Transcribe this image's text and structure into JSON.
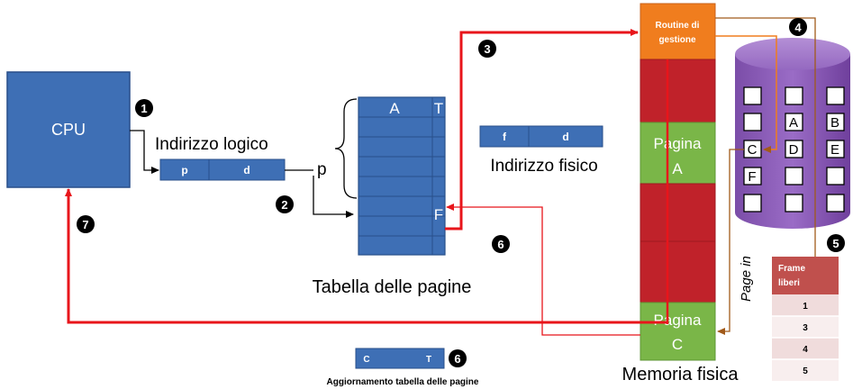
{
  "cpu": {
    "label": "CPU"
  },
  "logical_address": {
    "caption": "Indirizzo logico",
    "field_p": "p",
    "field_d": "d",
    "index_label": "p"
  },
  "page_table": {
    "caption": "Tabella delle pagine",
    "header_left": "A",
    "header_right": "T",
    "missing_mark": "F"
  },
  "physical_address": {
    "caption": "Indirizzo fisico",
    "field_f": "f",
    "field_d": "d"
  },
  "memory": {
    "caption": "Memoria fisica",
    "routine_line1": "Routine di",
    "routine_line2": "gestione",
    "page_a_line1": "Pagina",
    "page_a_line2": "A",
    "page_c_line1": "Pagina",
    "page_c_line2": "C"
  },
  "disk": {
    "pages": [
      "A",
      "B",
      "C",
      "D",
      "E",
      "F"
    ]
  },
  "page_in_label": "Page in",
  "free_frames": {
    "header_line1": "Frame",
    "header_line2": "liberi",
    "items": [
      "1",
      "3",
      "4",
      "5"
    ]
  },
  "table_update": {
    "field_c": "C",
    "field_t": "T",
    "caption": "Aggiornamento tabella delle pagine"
  },
  "steps": [
    "1",
    "2",
    "3",
    "4",
    "5",
    "6",
    "6",
    "7"
  ],
  "colors": {
    "blue": "#3e6fb5",
    "blue_dark": "#284f8a",
    "red": "#e8151b",
    "orange": "#f07d1e",
    "crimson": "#c0222a",
    "green": "#7ab648",
    "purple": "#8a5bb6",
    "brown": "#a15a1a"
  }
}
